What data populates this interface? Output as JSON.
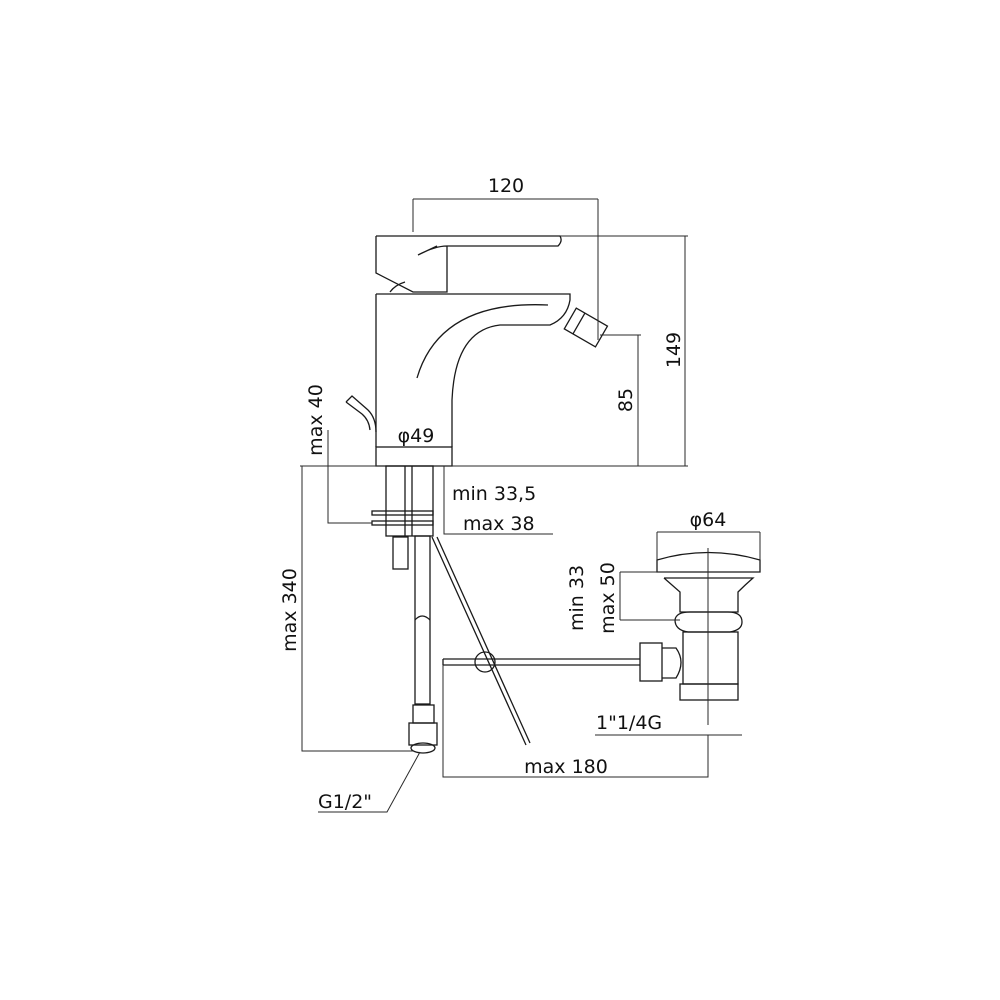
{
  "drawing": {
    "dimensions": {
      "width_top": "120",
      "total_height": "149",
      "spout_height": "85",
      "base_diameter": "φ49",
      "max_deck": "max 40",
      "shank_min": "min 33,5",
      "shank_max": "max 38",
      "hose_length": "max 340",
      "hose_thread": "G1/2\"",
      "drain_diameter": "φ64",
      "drain_min": "min 33",
      "drain_max": "max 50",
      "drain_thread": "1\"1/4G",
      "rod_length": "max 180"
    }
  }
}
